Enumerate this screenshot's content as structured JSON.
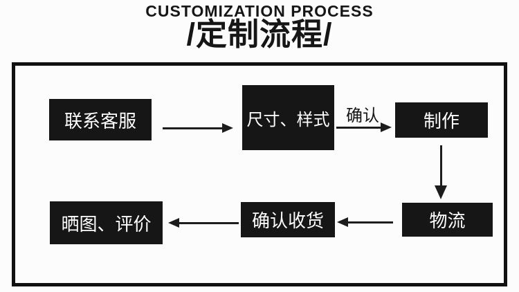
{
  "header": {
    "title_en": "CUSTOMIZATION PROCESS",
    "title_zh": "/定制流程/"
  },
  "flowchart": {
    "steps": [
      {
        "id": "contact-service",
        "label": "联系客服"
      },
      {
        "id": "size-style",
        "label": "尺寸、样式"
      },
      {
        "id": "production",
        "label": "制作"
      },
      {
        "id": "logistics",
        "label": "物流"
      },
      {
        "id": "confirm-receipt",
        "label": "确认收货"
      },
      {
        "id": "photo-review",
        "label": "晒图、评价"
      }
    ],
    "arrow_label": "确认",
    "colors": {
      "box_bg": "#161616",
      "box_text": "#ffffff",
      "arrow": "#1c1c1c",
      "frame_border": "#111111",
      "page_bg": "#fcfcfc",
      "title_text": "#161616"
    }
  }
}
